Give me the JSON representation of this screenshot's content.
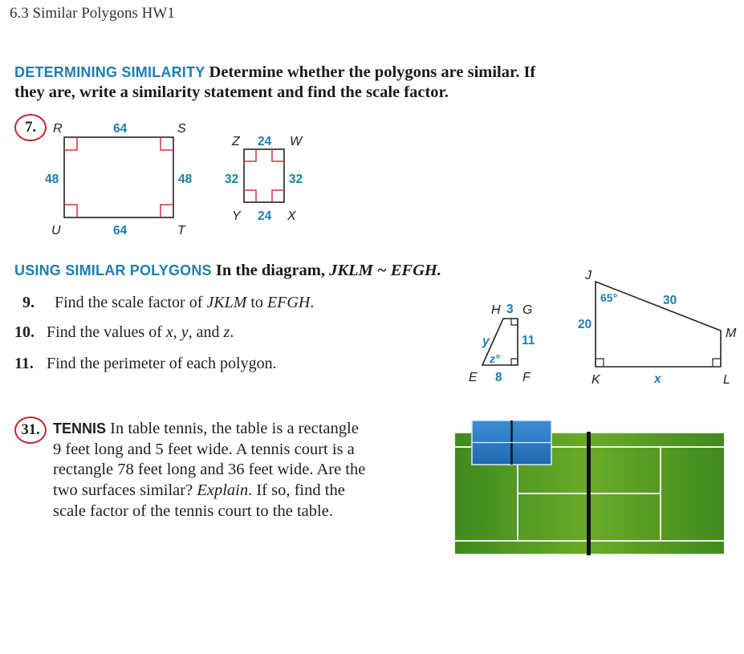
{
  "header": {
    "title": "6.3 Similar Polygons HW1"
  },
  "section1": {
    "label": "DETERMINING SIMILARITY",
    "line1": "Determine whether the polygons are similar. If",
    "line2": "they are, write a similarity statement and find the scale factor."
  },
  "ex7": {
    "number": "7.",
    "big_rect": {
      "vertices": {
        "top_left": "R",
        "top_right": "S",
        "bottom_right": "T",
        "bottom_left": "U"
      },
      "sides": {
        "top": "64",
        "bottom": "64",
        "left": "48",
        "right": "48"
      }
    },
    "small_rect": {
      "vertices": {
        "top_left": "Z",
        "top_right": "W",
        "bottom_right": "X",
        "bottom_left": "Y"
      },
      "sides": {
        "top": "24",
        "bottom": "24",
        "left": "32",
        "right": "32"
      }
    }
  },
  "section2": {
    "label": "USING SIMILAR POLYGONS",
    "text": "In the diagram,",
    "relation": "JKLM ~ EFGH."
  },
  "items": [
    {
      "number": "9.",
      "pre": "Find the scale factor of ",
      "a": "JKLM",
      "mid": " to ",
      "b": "EFGH",
      "post": "."
    },
    {
      "number": "10.",
      "pre": "Find the values of ",
      "a": "x",
      "mid": ", ",
      "b": "y",
      "post2": ", and ",
      "c": "z",
      "post": "."
    },
    {
      "number": "11.",
      "text": "Find the perimeter of each polygon."
    }
  ],
  "efgh": {
    "vertices": {
      "H": "H",
      "G": "G",
      "E": "E",
      "F": "F"
    },
    "labels": {
      "top": "3",
      "right": "11",
      "bottom": "8",
      "slant": "y",
      "angle": "z°"
    }
  },
  "jklm": {
    "vertices": {
      "J": "J",
      "K": "K",
      "L": "L",
      "M": "M"
    },
    "labels": {
      "left": "20",
      "top": "30",
      "bottom": "x",
      "angle": "65°"
    }
  },
  "ex31": {
    "number": "31.",
    "label": "TENNIS",
    "line1": " In table tennis, the table is a rectangle",
    "body": "9 feet long and 5 feet wide. A tennis court is a\nrectangle 78 feet long and 36 feet wide. Are the\ntwo surfaces similar?",
    "explain": "Explain",
    "tail": ". If so, find the\nscale factor of the tennis court to the table."
  },
  "colors": {
    "accent_blue": "#1d7fb0",
    "circle_red": "#c0282f",
    "right_angle_red": "#d0343a",
    "court_green": "#5c9e22",
    "table_blue": "#2f7fc8"
  }
}
